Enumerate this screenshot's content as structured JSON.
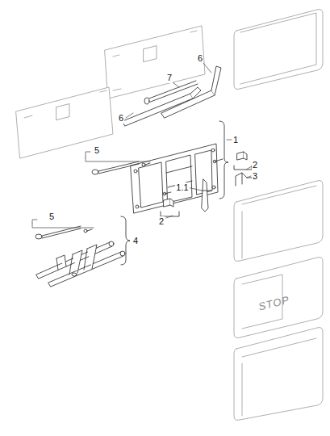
{
  "diagram": {
    "labels": [
      "6",
      "7",
      "6",
      "1",
      "5",
      "2",
      "3",
      "1.1",
      "5",
      "2",
      "4",
      "STOP"
    ]
  }
}
